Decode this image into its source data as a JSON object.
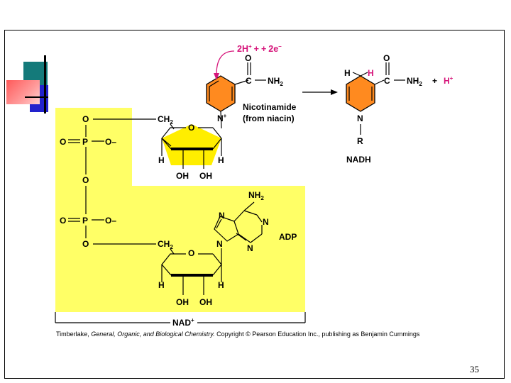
{
  "colors": {
    "highlight": "#ffff66",
    "pyridine_ring": "#ff8a1f",
    "ribose_ring": "#ffee00",
    "electron_accent": "#d6147a",
    "deco_teal": "#147a7a",
    "deco_blue": "#2222cc",
    "deco_red": "#ff6666"
  },
  "reaction": {
    "electrons": [
      "2H",
      "+",
      "+",
      "2e",
      "–"
    ],
    "nicotinamide_label_1": "Nicotinamide",
    "nicotinamide_label_2": "(from niacin)",
    "plus": "+",
    "h_plus": "H",
    "h_plus_sup": "+"
  },
  "atoms": {
    "O": "O",
    "C": "C",
    "N": "N",
    "H": "H",
    "P": "P",
    "R": "R",
    "NH": "NH",
    "sub2": "2",
    "CH": "CH",
    "OH": "OH",
    "Ominus": "O–",
    "Nplus_sup": "+"
  },
  "labels": {
    "nadh": "NADH",
    "adp": "ADP",
    "nad": "NAD",
    "nad_sup": "+"
  },
  "credit": {
    "pre": "Timberlake, ",
    "title": "General, Organic, and Biological Chemistry.",
    "post": "  Copyright © Pearson Education Inc., publishing as Benjamin Cummings"
  },
  "slide_number": "35"
}
